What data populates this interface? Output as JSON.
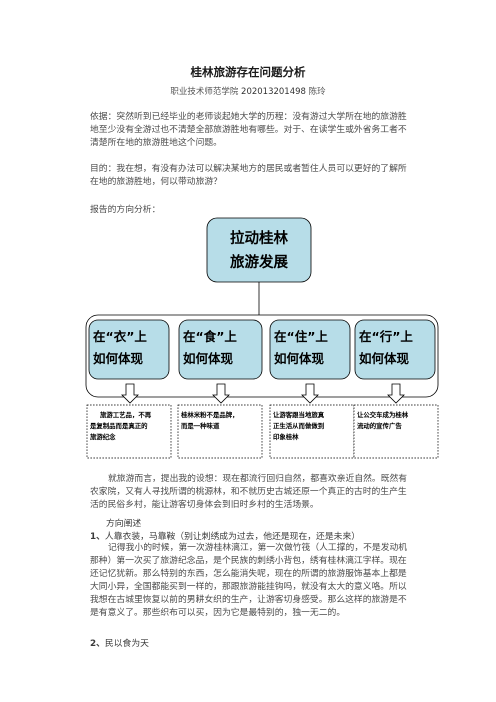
{
  "doc": {
    "title": "桂林旅游存在问题分析",
    "subtitle": {
      "school": "职业技术师范学院",
      "student_id": "202013201498",
      "name": "陈玲"
    },
    "basis": "依据：突然听到已经毕业的老师谈起她大学的历程：没有游过大学所在地的旅游胜地至少没有全游过也不清楚全部旅游胜地有哪些。对于、在读学生或外省务工者不清楚所在地的旅游胜地这个问题。",
    "purpose": "目的：我在想，有没有办法可以解决某地方的居民或者暂住人员可以更好的了解所在地的旅游胜地，何以带动旅游？",
    "direction_label": "报告的方向分析："
  },
  "diagram": {
    "root": {
      "line1": "拉动桂林",
      "line2": "旅游发展"
    },
    "branches": [
      {
        "line1": "在“衣”上",
        "line2": "如何体现",
        "leaf": [
          "旅游工艺品，不再",
          "是复制品而是真正的",
          "旅游纪念"
        ]
      },
      {
        "line1": "在“食”上",
        "line2": "如何体现",
        "leaf": [
          "桂林米粉不是品牌，",
          "而是一种味道"
        ]
      },
      {
        "line1": "在“住”上",
        "line2": "如何体现",
        "leaf": [
          "让游客跟当地旅真",
          "正生活从而做做到",
          "印象桂林"
        ]
      },
      {
        "line1": "在“行”上",
        "line2": "如何体现",
        "leaf": [
          "让公交车成为桂林",
          "流动的宣传广告"
        ]
      }
    ],
    "colors": {
      "fill": "#b7dde8",
      "stroke": "#000000"
    }
  },
  "body": {
    "summary": "就旅游而言，提出我的设想：现在都流行回归自然，都喜欢亲近自然。既然有农家院，又有人寻找所谓的桃源林，和不就历史古城还原一个真正的古时的生产生活的民俗乡村，能让游客切身体会到旧时乡村的生活场景。",
    "direction_heading": "方向阐述",
    "sec1_num": "1、",
    "sec1_title": "人靠衣装，马靠鞍（别让刺绣成为过去，他还是现在，还是未来）",
    "sec1_text": "记得我小的时候，第一次游桂林漓江，第一次做竹筏（人工撑的，不是发动机那种）第一次买了旅游纪念品，是个民族的刺绣小背包，绣有桂林漓江字样。现在还记忆犹新。那么特别的东西，怎么能消失呢，现在的所谓的旅游服饰基本上都是大同小异，全国都能买到一样的，那跟旅游能挂钩吗，就没有太大的意义咯。所以我想在古城里恢复以前的男耕女织的生产，让游客切身感受。那么这样的旅游是不是有意义了。那些织布可以买，因为它是最特别的，独一无二的。",
    "sec2_num": "2、",
    "sec2_title": "民以食为天"
  }
}
